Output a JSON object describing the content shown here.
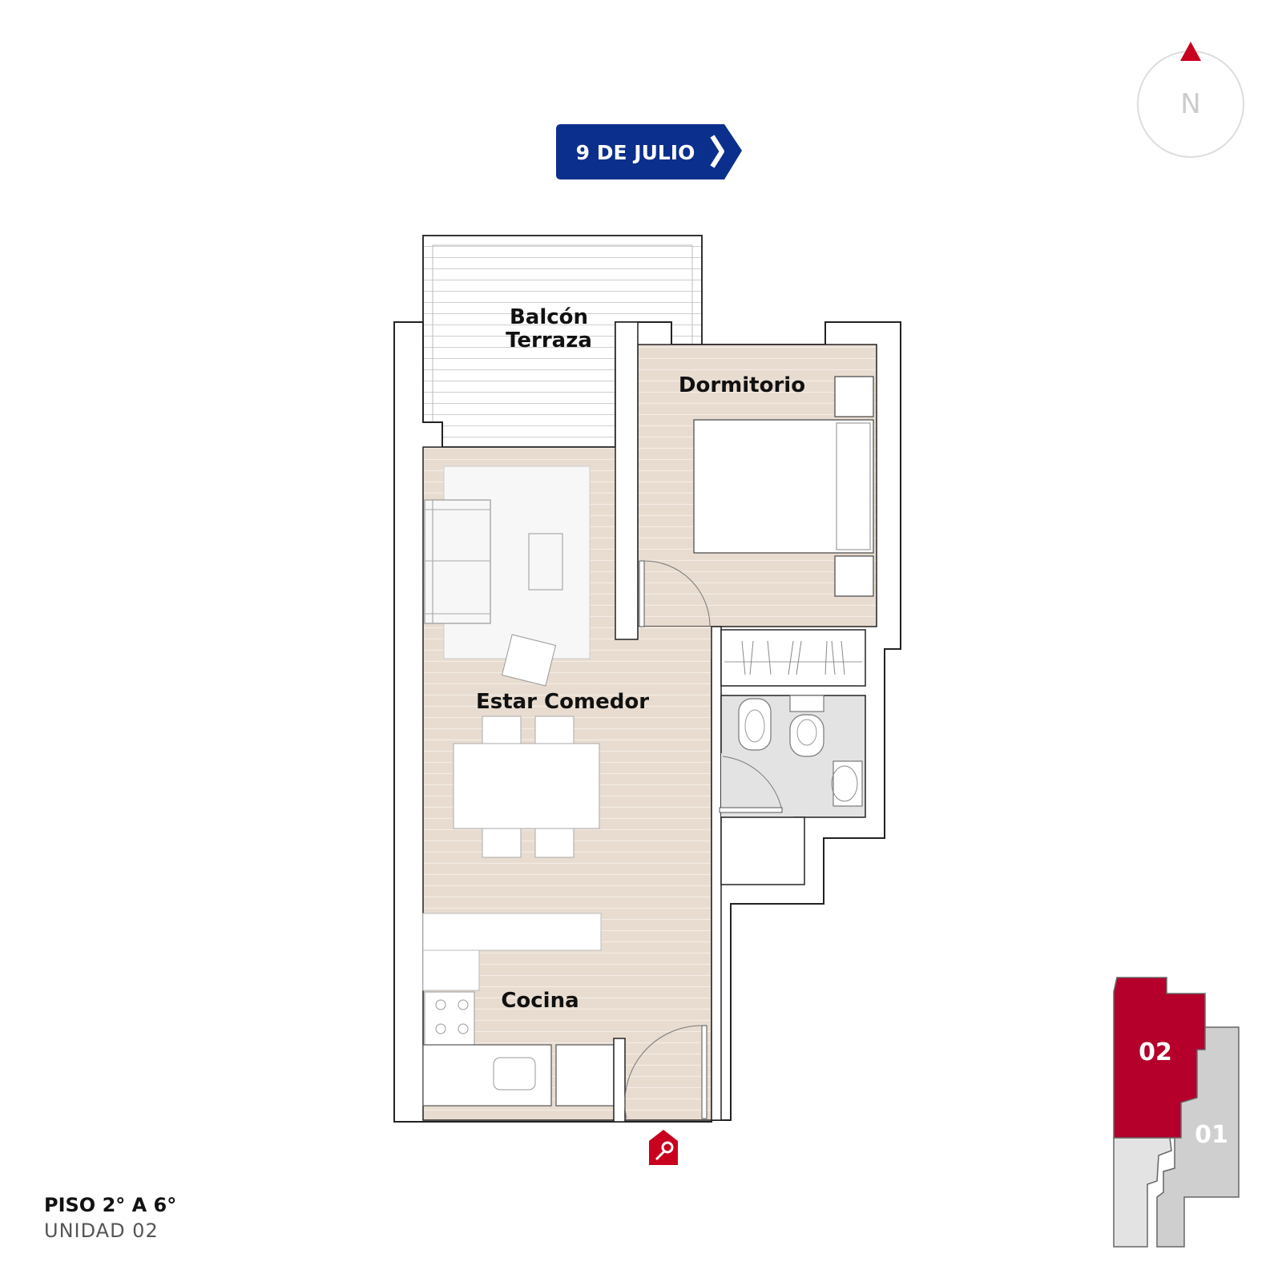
{
  "street": {
    "label": "9 DE JULIO"
  },
  "compass": {
    "label": "N"
  },
  "rooms": {
    "balcony_line1": "Balcón",
    "balcony_line2": "Terraza",
    "bedroom": "Dormitorio",
    "living": "Estar Comedor",
    "kitchen": "Cocina"
  },
  "key_plan": {
    "unit_a": "02",
    "unit_b": "01"
  },
  "footer": {
    "floor": "PISO 2° A 6°",
    "unit": "UNIDAD 02"
  },
  "colors": {
    "brand_blue": "#0b2f8c",
    "accent_red": "#b4002a",
    "floor_wood": "#e8dcd0",
    "bath_grey": "#e3e3e3"
  },
  "icons": {
    "entry": "key-icon",
    "north": "north-arrow-icon"
  }
}
